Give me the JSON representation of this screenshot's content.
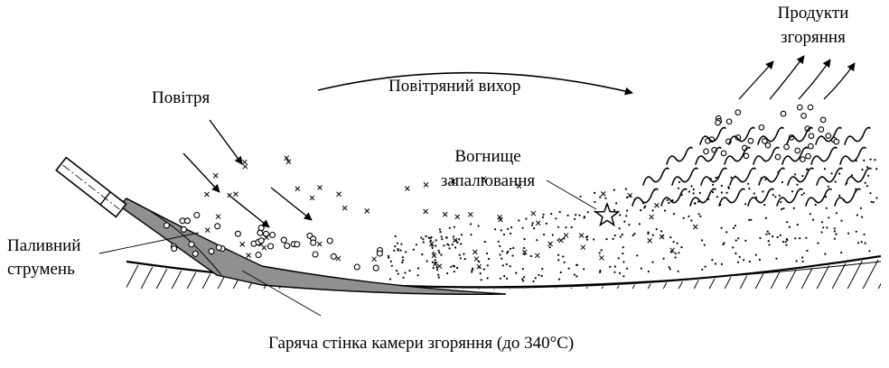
{
  "labels": {
    "air": "Повітря",
    "vortex": "Повітряний вихор",
    "products_line1": "Продукти",
    "products_line2": "згоряння",
    "ignition_line1": "Вогнище",
    "ignition_line2": "запалювання",
    "fuel_jet_line1": "Паливний",
    "fuel_jet_line2": "струмень",
    "wall": "Гаряча стінка камери згоряння (до 340°C)"
  },
  "icons": {
    "ignition_marker": "star-icon"
  },
  "colors": {
    "ink": "#000000",
    "fuel_fill": "#909090",
    "background": "#ffffff"
  }
}
